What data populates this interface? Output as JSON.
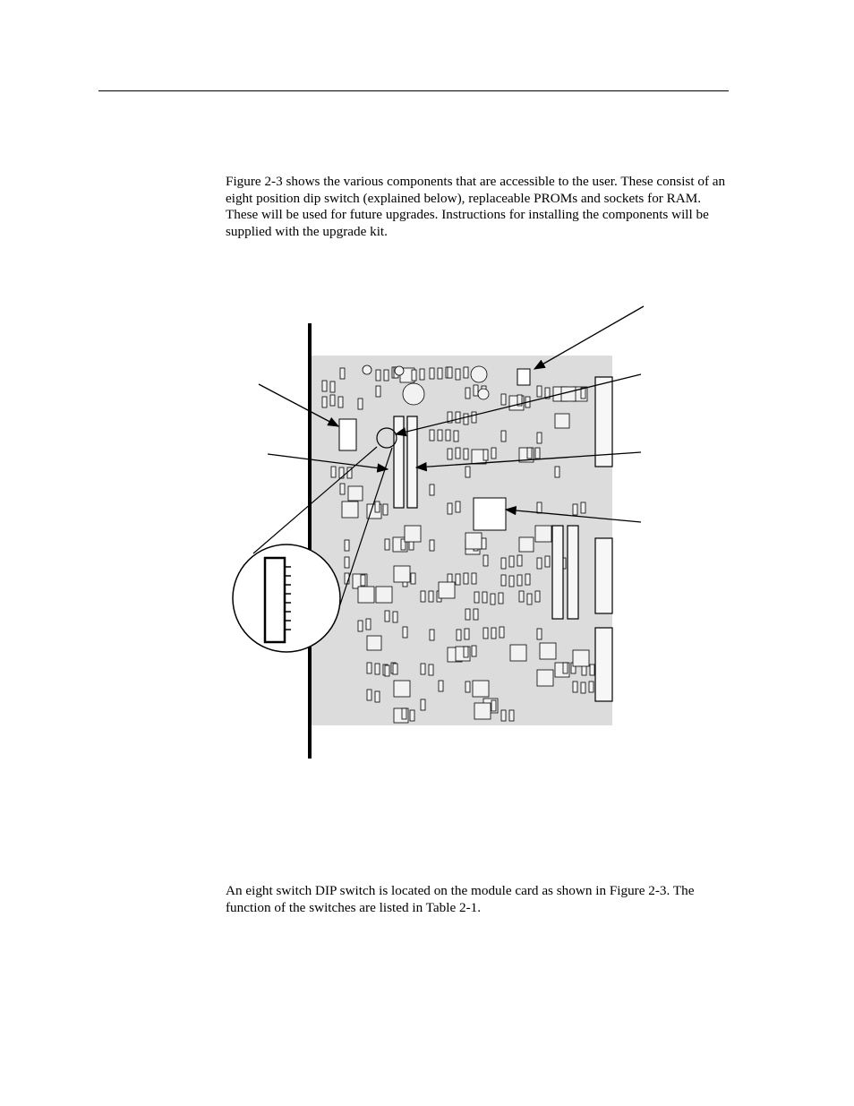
{
  "page": {
    "paragraphs": [
      "Figure 2-3 shows the various components that are accessible to the user. These consist of an eight position dip switch (explained below), replaceable PROMs and sockets for RAM. These will be used for future upgrades. Instructions for installing the components will be supplied with the upgrade kit.",
      "An eight switch DIP switch is located on the module card as shown in Figure 2-3. The function of the switches are listed in Table 2-1."
    ]
  },
  "figure": {
    "description_visible_labels": [],
    "dip_switch_positions": 8
  }
}
